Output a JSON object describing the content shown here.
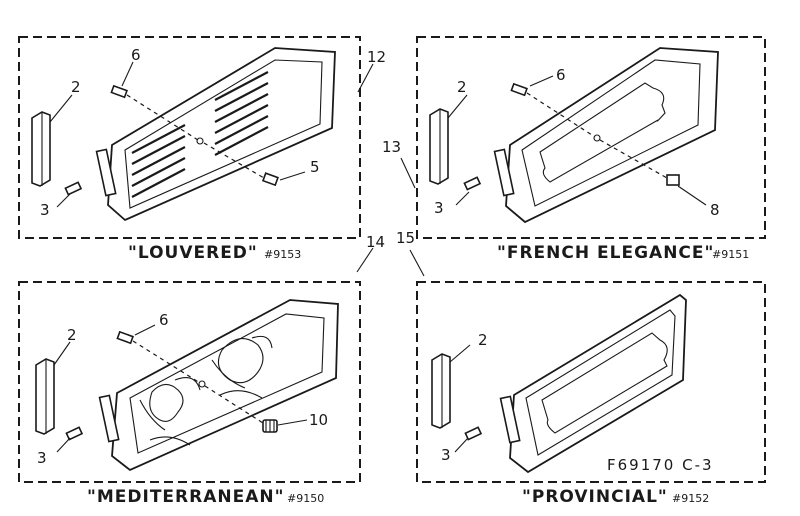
{
  "panels": [
    {
      "caption": "\"LOUVERED\"",
      "model": "#9153",
      "callouts": {
        "end_cap": "2",
        "pin": "3",
        "screw_top": "6",
        "screw_bottom": "5"
      }
    },
    {
      "caption": "\"FRENCH ELEGANCE\"",
      "model": "#9151",
      "callouts": {
        "end_cap": "2",
        "pin": "3",
        "screw_top": "6",
        "fastener": "8"
      }
    },
    {
      "caption": "\"MEDITERRANEAN\"",
      "model": "#9150",
      "callouts": {
        "end_cap": "2",
        "pin": "3",
        "screw_top": "6",
        "knob": "10"
      }
    },
    {
      "caption": "\"PROVINCIAL\"",
      "model": "#9152",
      "callouts": {
        "end_cap": "2",
        "pin": "3"
      }
    }
  ],
  "group_labels": {
    "g12": "12",
    "g13": "13",
    "g14": "14",
    "g15": "15"
  },
  "reference": "F69170 C-3"
}
